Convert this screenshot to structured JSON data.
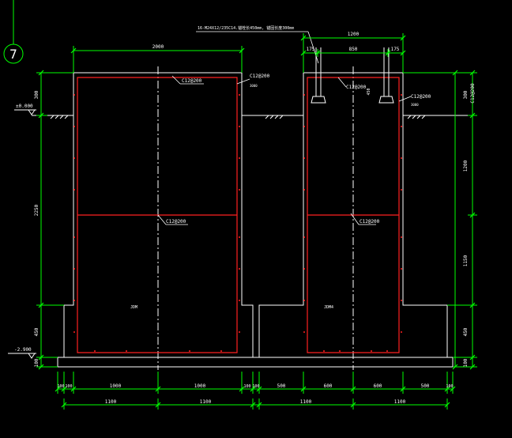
{
  "drawing": {
    "section_marker": "7",
    "top_note": "16-M24X12/235C14.锚栓长450mm, 锚固长度300mm",
    "top_dims": {
      "left_width": "2000",
      "right_width": "1200",
      "right_sub": [
        "175",
        "850",
        "175"
      ]
    },
    "rebar_labels": {
      "left_top": "C12@200",
      "left_top_right": "C12@200",
      "left_mid": "C12@200",
      "right_top_mid": "C12@200",
      "right_top_right": "C12@200",
      "right_mid": "C12@200"
    },
    "small_notes": {
      "left_ground": "3000",
      "right_ground": "3000",
      "anchor": "450"
    },
    "elevations": {
      "top": "±0.000",
      "bottom": "-2.900"
    },
    "left_vdims": [
      "300",
      "2250",
      "450",
      "100"
    ],
    "right_vdims": [
      "300",
      "1200",
      "1150",
      "450",
      "100"
    ],
    "right_total_label": "C12@200",
    "pier_labels": {
      "left": "JDM",
      "right": "JDM4"
    },
    "bottom_row1": [
      "100",
      "100",
      "1000",
      "1000",
      "100",
      "100",
      "500",
      "600",
      "600",
      "500",
      "100"
    ],
    "bottom_row2": [
      "1100",
      "1100",
      "1100",
      "1100"
    ]
  },
  "colors": {
    "background": "#000000",
    "concrete": "#ffffff",
    "rebar": "#ff2020",
    "dimension": "#00ff00",
    "text": "#ffffff"
  }
}
